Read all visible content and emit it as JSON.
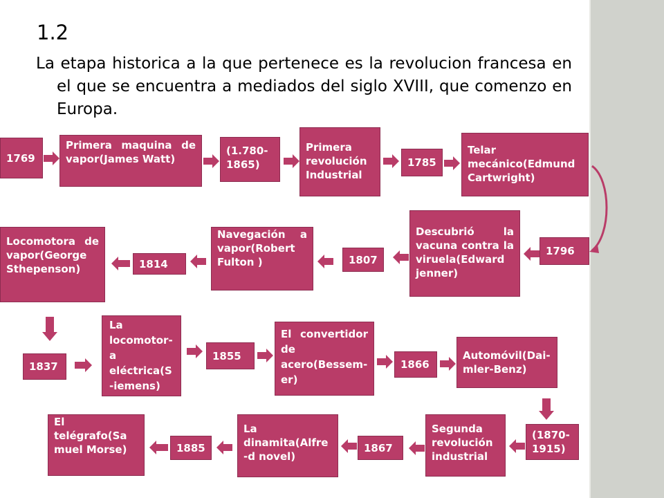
{
  "slide": {
    "title": "1.2",
    "body": "La etapa historica a la que pertenece es la revolucion francesa en el que se encuentra a mediados del siglo XVIII, que comenzo en Europa."
  },
  "timeline": {
    "row1": {
      "y1769": "1769",
      "watt": "Primera maquina de vapor(James Watt)",
      "range1": "(1.780- 1865)",
      "first_revolution": "Primera revolución Industrial",
      "y1785": "1785",
      "cartwright": "Telar mecánico(Edmund Cartwright)"
    },
    "row2": {
      "y1796": "1796",
      "jenner": "Descubrió la vacuna contra la viruela(Edward jenner)",
      "y1807": "1807",
      "fulton": "Navegación a vapor(Robert Fulton )",
      "y1814": "1814",
      "stephenson": "Locomotora de vapor(George Sthepenson)"
    },
    "row3": {
      "y1837": "1837",
      "siemens": "La locomotor- a eléctrica(S -iemens)",
      "y1855": "1855",
      "bessemer": "El convertidor de acero(Bessem- er)",
      "y1866": "1866",
      "daimler": "Automóvil(Dai- mler-Benz)"
    },
    "row4": {
      "range2": "(1870- 1915)",
      "second_revolution": "Segunda revolución industrial",
      "y1867": "1867",
      "nobel": "La dinamita(Alfre -d novel)",
      "y1885": "1885",
      "morse": "El telégrafo(Sa muel Morse)"
    }
  },
  "colors": {
    "box": "#b93c68",
    "arrow": "#b93c68",
    "panel": "#d0d2cc"
  },
  "icons": {
    "arrow": "block-arrow-icon",
    "curve": "curved-arrow-icon"
  }
}
